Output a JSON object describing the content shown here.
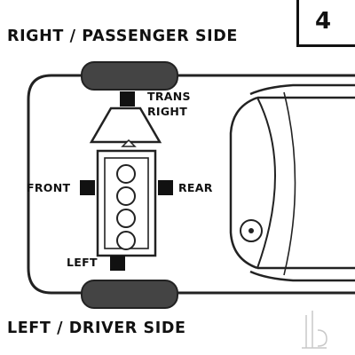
{
  "diagram": {
    "page_number": "4",
    "top_side_label": "RIGHT / PASSENGER SIDE",
    "bottom_side_label": "LEFT / DRIVER SIDE",
    "mounts": {
      "trans_right_line1": "TRANS",
      "trans_right_line2": "RIGHT",
      "front": "FRONT",
      "rear": "REAR",
      "left": "LEFT"
    }
  }
}
